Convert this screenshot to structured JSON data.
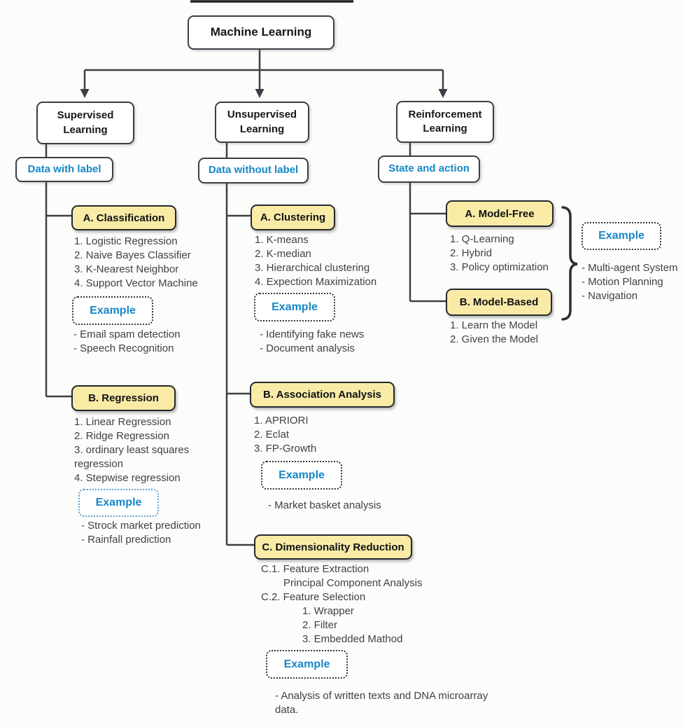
{
  "root": {
    "title": "Machine Learning"
  },
  "colors": {
    "accent_blue": "#1787c6",
    "box_yellow": "#f9eba6",
    "line": "#3a4045"
  },
  "branches": [
    {
      "name": "Supervised Learning",
      "tag": "Data with label",
      "sections": [
        {
          "title": "A. Classification",
          "items": [
            "1. Logistic Regression",
            "2. Naive Bayes Classifier",
            "3. K-Nearest Neighbor",
            "4. Support Vector Machine"
          ],
          "example_label": "Example",
          "examples": [
            "- Email spam detection",
            "- Speech Recognition"
          ]
        },
        {
          "title": "B. Regression",
          "items": [
            "1. Linear Regression",
            "2. Ridge Regression",
            "3. ordinary least squares regression",
            "4. Stepwise regression"
          ],
          "example_label": "Example",
          "examples": [
            "- Strock market prediction",
            "- Rainfall prediction"
          ]
        }
      ]
    },
    {
      "name": "Unsupervised Learning",
      "tag": "Data without label",
      "sections": [
        {
          "title": "A. Clustering",
          "items": [
            "1. K-means",
            "2. K-median",
            "3. Hierarchical clustering",
            "4. Expection Maximization"
          ],
          "example_label": "Example",
          "examples": [
            "- Identifying fake news",
            "- Document analysis"
          ]
        },
        {
          "title": "B. Association Analysis",
          "items": [
            "1. APRIORI",
            "2. Eclat",
            "3. FP-Growth"
          ],
          "example_label": "Example",
          "examples": [
            "- Market basket analysis"
          ]
        },
        {
          "title": "C. Dimensionality Reduction",
          "items": [
            "C.1.  Feature Extraction",
            "Principal Component Analysis",
            "C.2. Feature Selection",
            "1. Wrapper",
            "2. Filter",
            "3. Embedded Mathod"
          ],
          "example_label": "Example",
          "examples": [
            "- Analysis of written texts and DNA microarray data."
          ]
        }
      ]
    },
    {
      "name": "Reinforcement Learning",
      "tag": "State and action",
      "sections": [
        {
          "title": "A. Model-Free",
          "items": [
            "1. Q-Learning",
            "2. Hybrid",
            "3. Policy optimization"
          ]
        },
        {
          "title": "B. Model-Based",
          "items": [
            "1. Learn the Model",
            "2. Given the Model"
          ]
        }
      ],
      "example_label": "Example",
      "examples": [
        "- Multi-agent System",
        "- Motion Planning",
        "- Navigation"
      ]
    }
  ]
}
